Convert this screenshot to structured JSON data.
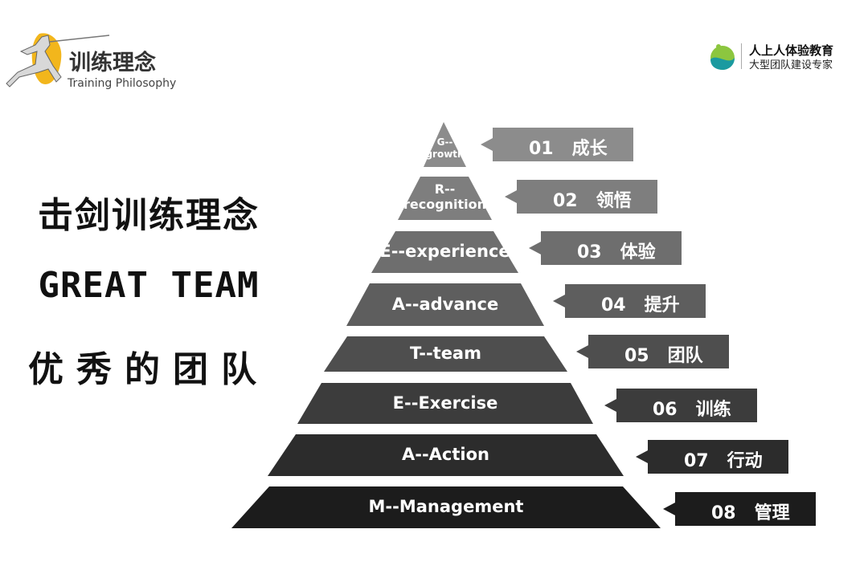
{
  "header": {
    "logo_title": "训练理念",
    "logo_subtitle": "Training Philosophy",
    "brand_line1": "人上人体验教育",
    "brand_line2": "大型团队建设专家"
  },
  "left": {
    "title": "击剑训练理念",
    "subtitle": "GREAT TEAM",
    "slogan": "优秀的团队"
  },
  "pyramid": [
    {
      "letter": "G--",
      "word": "growth",
      "callout": "01   成长"
    },
    {
      "letter": "R--",
      "word": "recognition",
      "callout": "02   领悟"
    },
    {
      "label": "E--experience",
      "callout": "03   体验"
    },
    {
      "label": "A--advance",
      "callout": "04   提升"
    },
    {
      "label": "T--team",
      "callout": "05   团队"
    },
    {
      "label": "E--Exercise",
      "callout": "06   训练"
    },
    {
      "label": "A--Action",
      "callout": "07   行动"
    },
    {
      "label": "M--Management",
      "callout": "08   管理"
    }
  ]
}
